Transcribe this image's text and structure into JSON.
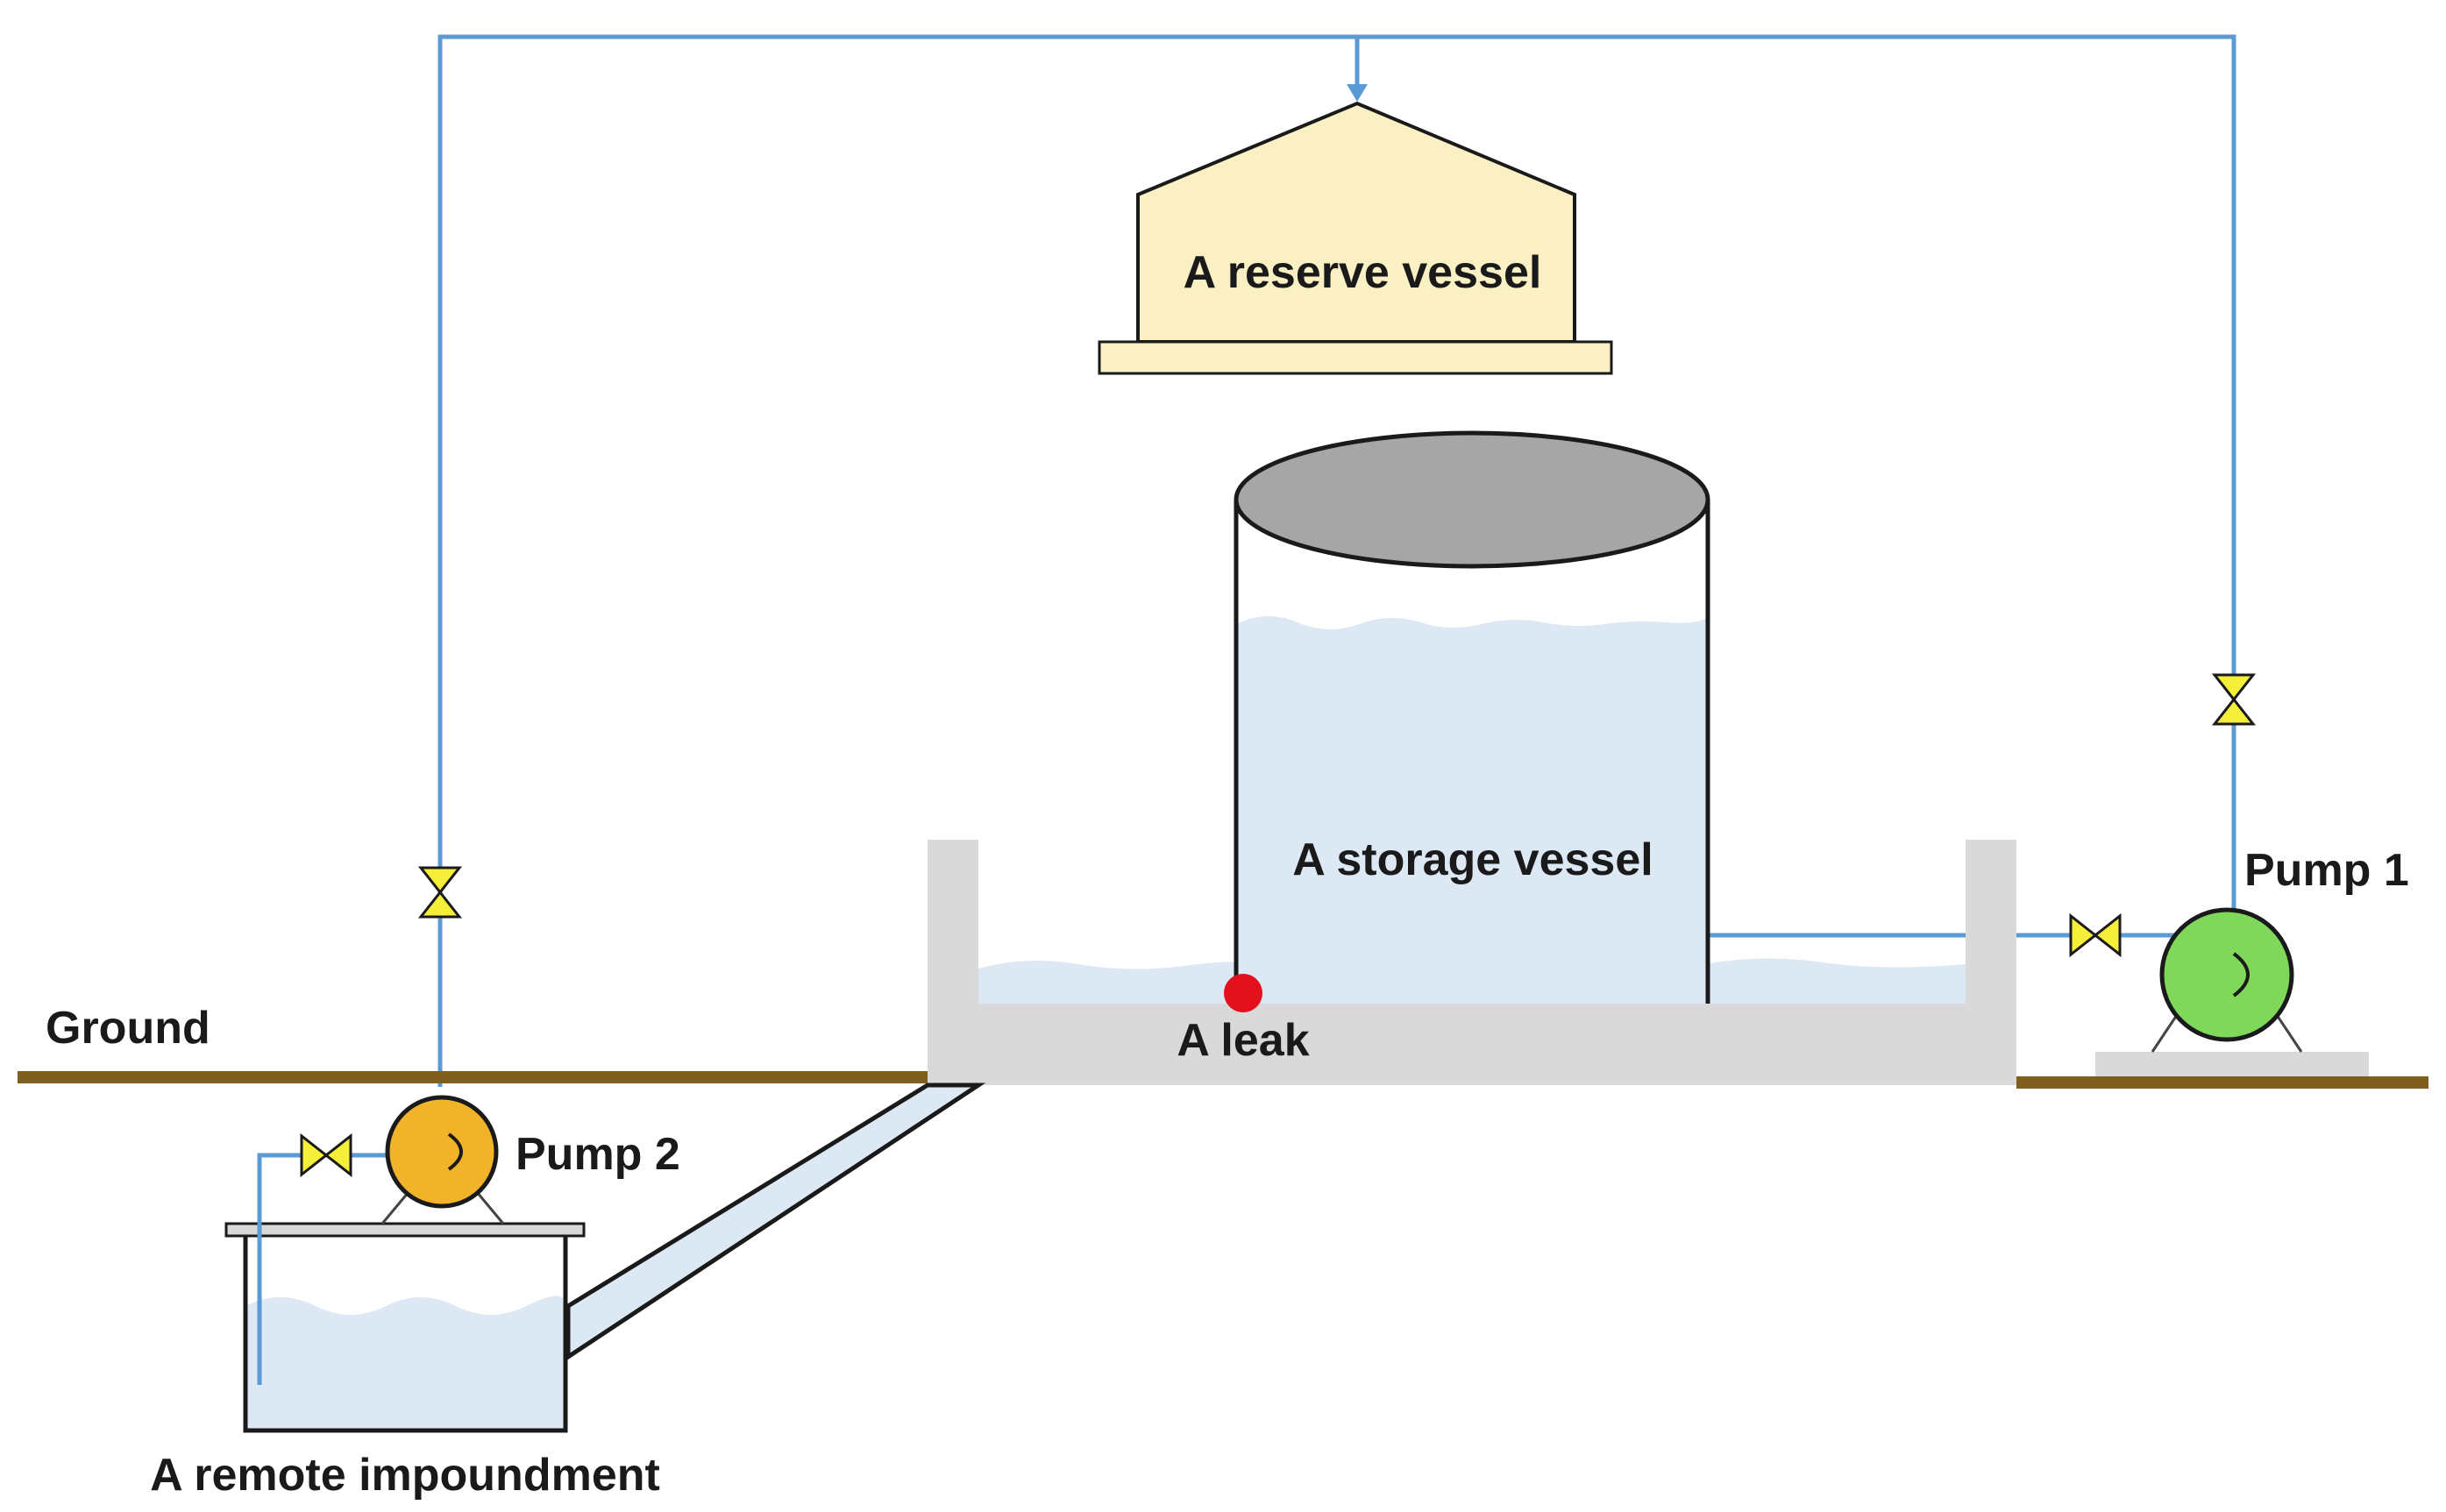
{
  "labels": {
    "reserve_vessel": "A reserve vessel",
    "storage_vessel": "A storage vessel",
    "pump1": "Pump 1",
    "pump2": "Pump 2",
    "ground": "Ground",
    "leak": "A leak",
    "remote_impoundment": "A remote impoundment"
  },
  "colors": {
    "pipe": "#5b9bd5",
    "water": "#dce9f5",
    "reserve_fill": "#fbf0c4",
    "storage_lid": "#a6a6a6",
    "bund": "#d9d9d9",
    "ground": "#7f5f1f",
    "valve": "#f5ef3a",
    "pump1": "#7fd85a",
    "pump2": "#f1b329",
    "leak": "#e3111b",
    "outline": "#1a1a1a"
  },
  "icons": [
    "valve-icon",
    "pump-icon",
    "leak-marker-icon"
  ]
}
